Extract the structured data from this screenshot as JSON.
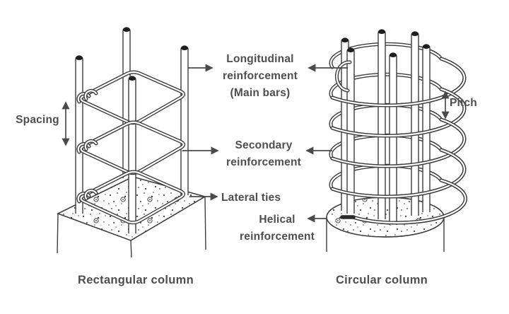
{
  "diagram": {
    "captions": {
      "left": "Rectangular column",
      "right": "Circular column"
    },
    "labels": {
      "longitudinal_line1": "Longitudinal",
      "longitudinal_line2": "reinforcement",
      "longitudinal_line3": "(Main bars)",
      "secondary_line1": "Secondary",
      "secondary_line2": "reinforcement",
      "lateral_ties": "Lateral ties",
      "helical_line1": "Helical",
      "helical_line2": "reinforcement",
      "spacing": "Spacing",
      "pitch": "Pitch"
    },
    "colors": {
      "background": "#ffffff",
      "linework": "#3d3d3d",
      "text": "#4e4e4e",
      "bar_cap": "#1e1e1e"
    }
  }
}
